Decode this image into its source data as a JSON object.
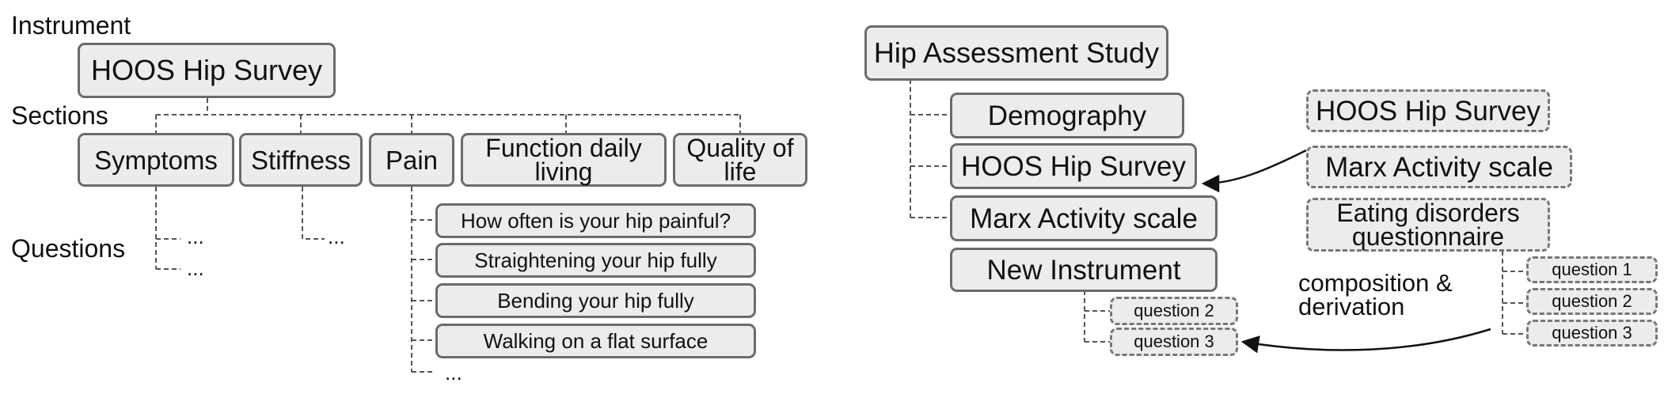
{
  "left": {
    "labels": {
      "instrument": "Instrument",
      "sections": "Sections",
      "questions": "Questions"
    },
    "instrument": "HOOS Hip Survey",
    "sections": [
      "Symptoms",
      "Stiffness",
      "Pain",
      "Function daily living",
      "Quality of life"
    ],
    "pain_questions": [
      "How often is your hip painful?",
      "Straightening your hip fully",
      "Bending your hip fully",
      "Walking on a flat surface"
    ],
    "ellipsis": "..."
  },
  "right": {
    "study": "Hip Assessment Study",
    "study_instruments": [
      "Demography",
      "HOOS Hip Survey",
      "Marx Activity scale",
      "New Instrument"
    ],
    "new_questions": [
      "question 2",
      "question 3"
    ],
    "library_instruments": [
      "HOOS Hip Survey",
      "Marx Activity scale",
      "Eating disorders questionnaire"
    ],
    "eating_questions": [
      "question 1",
      "question 2",
      "question 3"
    ],
    "note": "composition & derivation"
  }
}
